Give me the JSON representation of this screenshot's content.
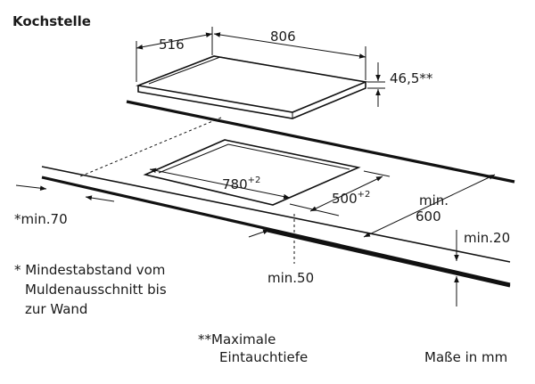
{
  "title": "Kochstelle",
  "dimensions": {
    "depth": "516",
    "width": "806",
    "height": "46,5**",
    "cutout_width": "780",
    "cutout_width_tol": "+2",
    "cutout_depth": "500",
    "cutout_depth_tol": "+2",
    "min_back": "*min.70",
    "min_front_line1": "min.",
    "min_front_line2": "600",
    "min_side": "min.50",
    "min_thickness": "min.20"
  },
  "notes": {
    "star1_line1": "* Mindestabstand vom",
    "star1_line2": "Muldenausschnitt bis",
    "star1_line3": "zur Wand",
    "star2_line1": "**Maximale",
    "star2_line2": "Eintauchtiefe",
    "units": "Maße in mm"
  }
}
